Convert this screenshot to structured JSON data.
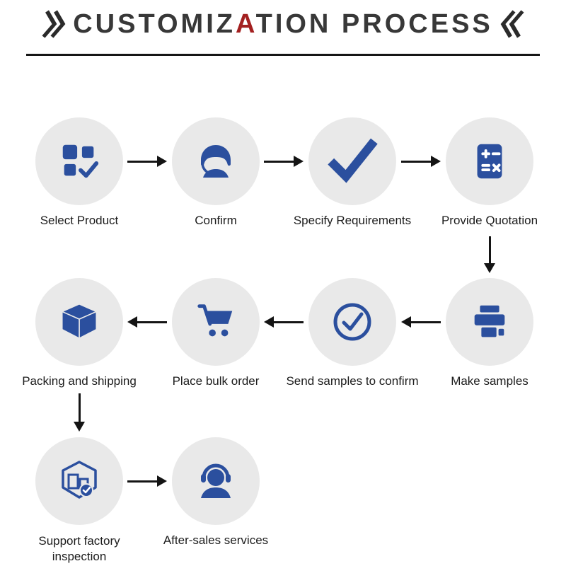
{
  "title": {
    "prefix": "CUSTOMIZ",
    "accent": "A",
    "suffix": "TION PROCESS"
  },
  "colors": {
    "icon_blue": "#2b4f9e",
    "circle_bg": "#e9e9e9",
    "accent_red": "#a32020",
    "arrow_black": "#141414",
    "title_gray": "#383838"
  },
  "steps": [
    {
      "label": "Select Product",
      "icon": "product-grid-check-icon"
    },
    {
      "label": "Confirm",
      "icon": "customer-service-icon"
    },
    {
      "label": "Specify Requirements",
      "icon": "checkmark-icon"
    },
    {
      "label": "Provide Quotation",
      "icon": "calculator-icon"
    },
    {
      "label": "Make samples",
      "icon": "printer-icon"
    },
    {
      "label": "Send samples to confirm",
      "icon": "circle-check-icon"
    },
    {
      "label": "Place bulk order",
      "icon": "shopping-cart-icon"
    },
    {
      "label": "Packing and shipping",
      "icon": "package-box-icon"
    },
    {
      "label": "Support factory inspection",
      "icon": "factory-inspection-icon"
    },
    {
      "label": "After-sales services",
      "icon": "headset-person-icon"
    }
  ]
}
